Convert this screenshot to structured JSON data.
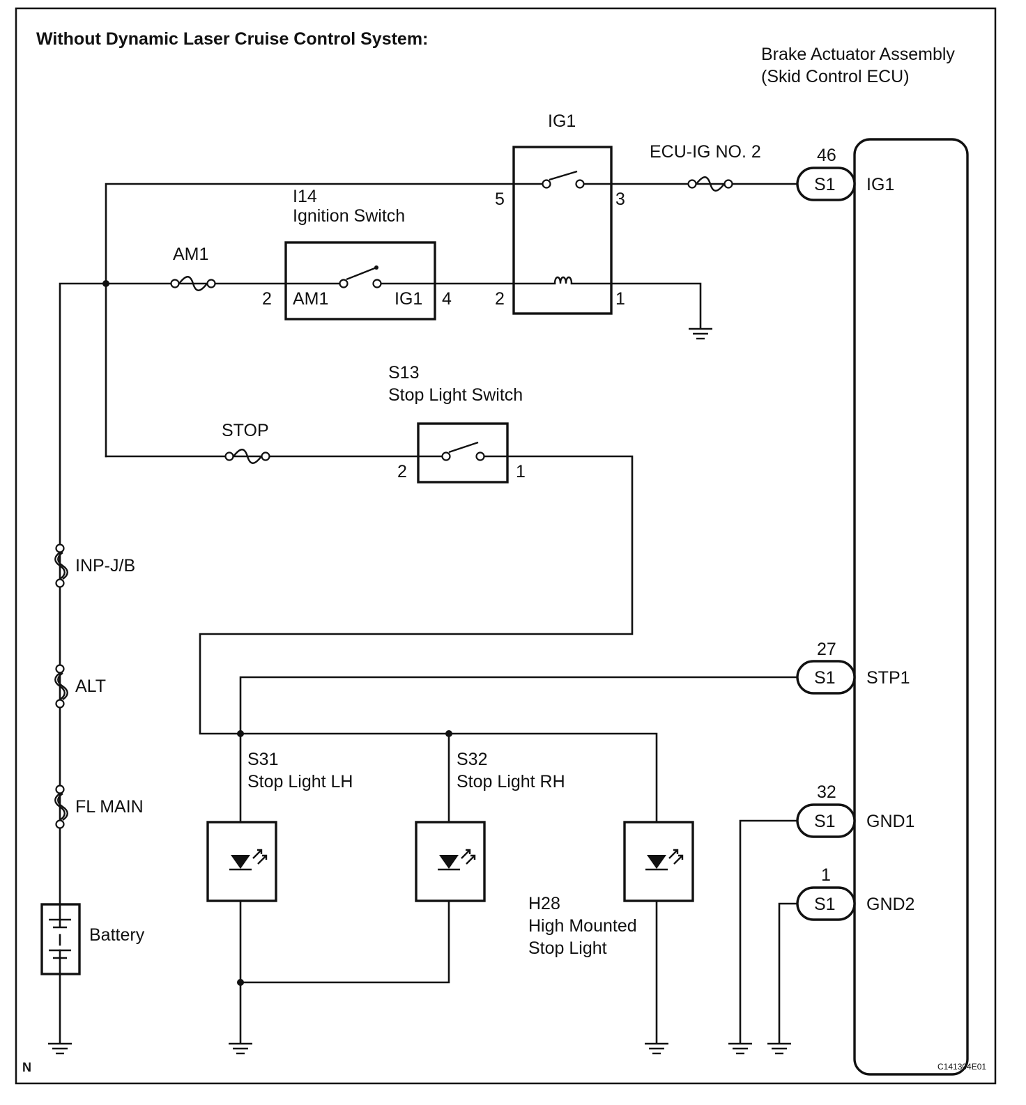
{
  "title": "Without Dynamic Laser Cruise Control System:",
  "ecu": {
    "name_line1": "Brake Actuator Assembly",
    "name_line2": "(Skid Control ECU)",
    "connector": "S1",
    "terminals": [
      {
        "pin": "46",
        "label": "IG1"
      },
      {
        "pin": "27",
        "label": "STP1"
      },
      {
        "pin": "32",
        "label": "GND1"
      },
      {
        "pin": "1",
        "label": "GND2"
      }
    ]
  },
  "ig1_relay": {
    "name": "IG1",
    "pins": {
      "in": "5",
      "out": "3",
      "coil_in": "2",
      "coil_out": "1"
    }
  },
  "ecu_fuse": "ECU-IG NO. 2",
  "ignition_switch": {
    "code": "I14",
    "name": "Ignition Switch",
    "label_in": "AM1",
    "label_out": "IG1",
    "pin_in": "2",
    "pin_out": "4"
  },
  "am1_fuse": "AM1",
  "stop_light_switch": {
    "code": "S13",
    "name": "Stop Light Switch",
    "pin_in": "2",
    "pin_out": "1"
  },
  "stop_fuse": "STOP",
  "main_fuses": [
    "INP-J/B",
    "ALT",
    "FL MAIN"
  ],
  "battery": "Battery",
  "lamps": [
    {
      "code": "S31",
      "name": "Stop Light LH"
    },
    {
      "code": "S32",
      "name": "Stop Light RH"
    },
    {
      "code": "H28",
      "name_line1": "High Mounted",
      "name_line2": "Stop Light"
    }
  ],
  "corner_mark": "N",
  "figure_code": "C141304E01"
}
